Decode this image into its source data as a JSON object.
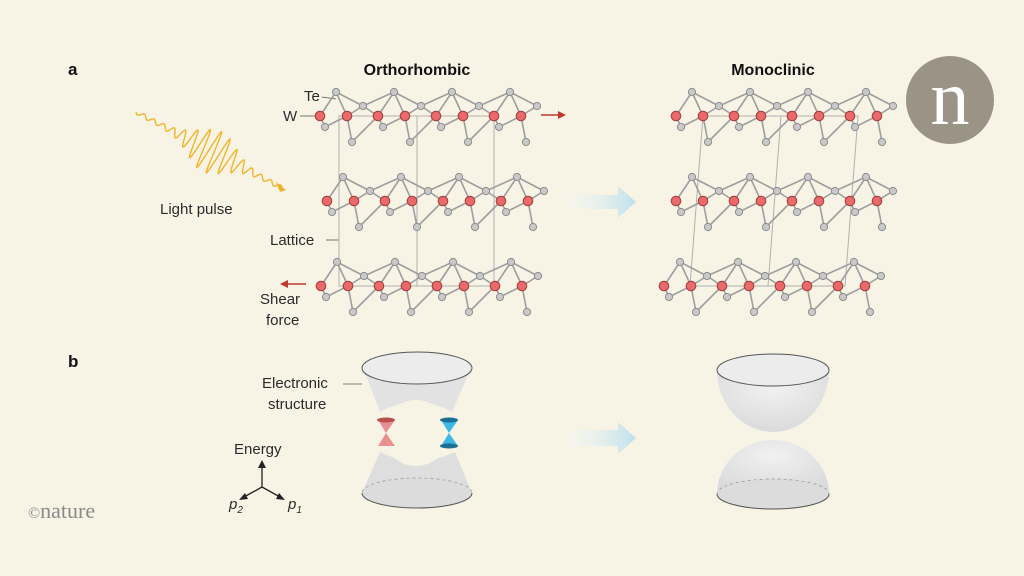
{
  "panels": {
    "a": "a",
    "b": "b"
  },
  "titles": {
    "left": "Orthorhombic",
    "right": "Monoclinic"
  },
  "labels": {
    "te": "Te",
    "w": "W",
    "light_pulse": "Light pulse",
    "lattice": "Lattice",
    "shear_line1": "Shear",
    "shear_line2": "force",
    "electronic_line1": "Electronic",
    "electronic_line2": "structure",
    "energy": "Energy",
    "p2": "p",
    "p2_sub": "2",
    "p1": "p",
    "p1_sub": "1"
  },
  "brand": {
    "logo_letter": "n",
    "copyright_symbol": "©",
    "copyright_text": "nature"
  },
  "colors": {
    "background": "#f7f4e6",
    "tungsten_atom": "#e86a6a",
    "tellurium_atom": "#c9c9c9",
    "shear_arrow": "#c0392b",
    "light_pulse": "#f0b429",
    "transition_arrow": "#bfe0ec",
    "cone_left": "#e89090",
    "cone_right": "#3bb8e6",
    "logo_badge": "#9b9486"
  },
  "icons": {
    "transition_arrow_top": "right-arrow-icon",
    "transition_arrow_bottom": "right-arrow-icon",
    "shear_arrow_right": "red-arrow-right-icon",
    "shear_arrow_left": "red-arrow-left-icon",
    "light_pulse": "wave-packet-icon",
    "axes": "axes-3d-icon"
  }
}
